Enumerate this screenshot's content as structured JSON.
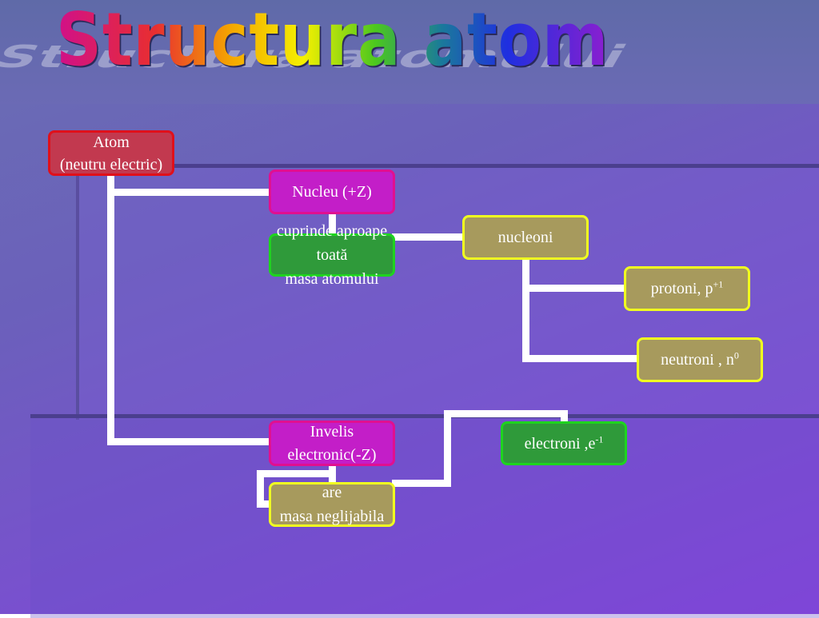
{
  "title": "Structura atomului",
  "nodes": {
    "atom": {
      "line1": "Atom",
      "line2": "(neutru electric)"
    },
    "nucleu": {
      "label": "Nucleu (+Z)"
    },
    "nucleu_note": {
      "line1": "cuprinde aproape",
      "line2": "toată",
      "line3": "masa atomului"
    },
    "nucleoni": {
      "label": "nucleoni"
    },
    "protoni": {
      "label": "protoni, p",
      "sup": "+1"
    },
    "neutroni": {
      "label": "neutroni , n",
      "sup": "0"
    },
    "invelis": {
      "line1": "Invelis",
      "line2": "electronic(-Z)"
    },
    "invelis_note": {
      "line1": "are",
      "line2": "masa neglijabila"
    },
    "electroni": {
      "label": "electroni ,e",
      "sup": "-1"
    }
  },
  "colors": {
    "atom_fill": "#c2394f",
    "atom_border": "#e0101a",
    "magenta_fill": "#c31ec8",
    "magenta_border": "#e01090",
    "green_fill": "#2f9a3a",
    "green_border": "#1ed41e",
    "tan_fill": "#a79a5d",
    "tan_border": "#f0ff20",
    "connector": "#ffffff"
  }
}
